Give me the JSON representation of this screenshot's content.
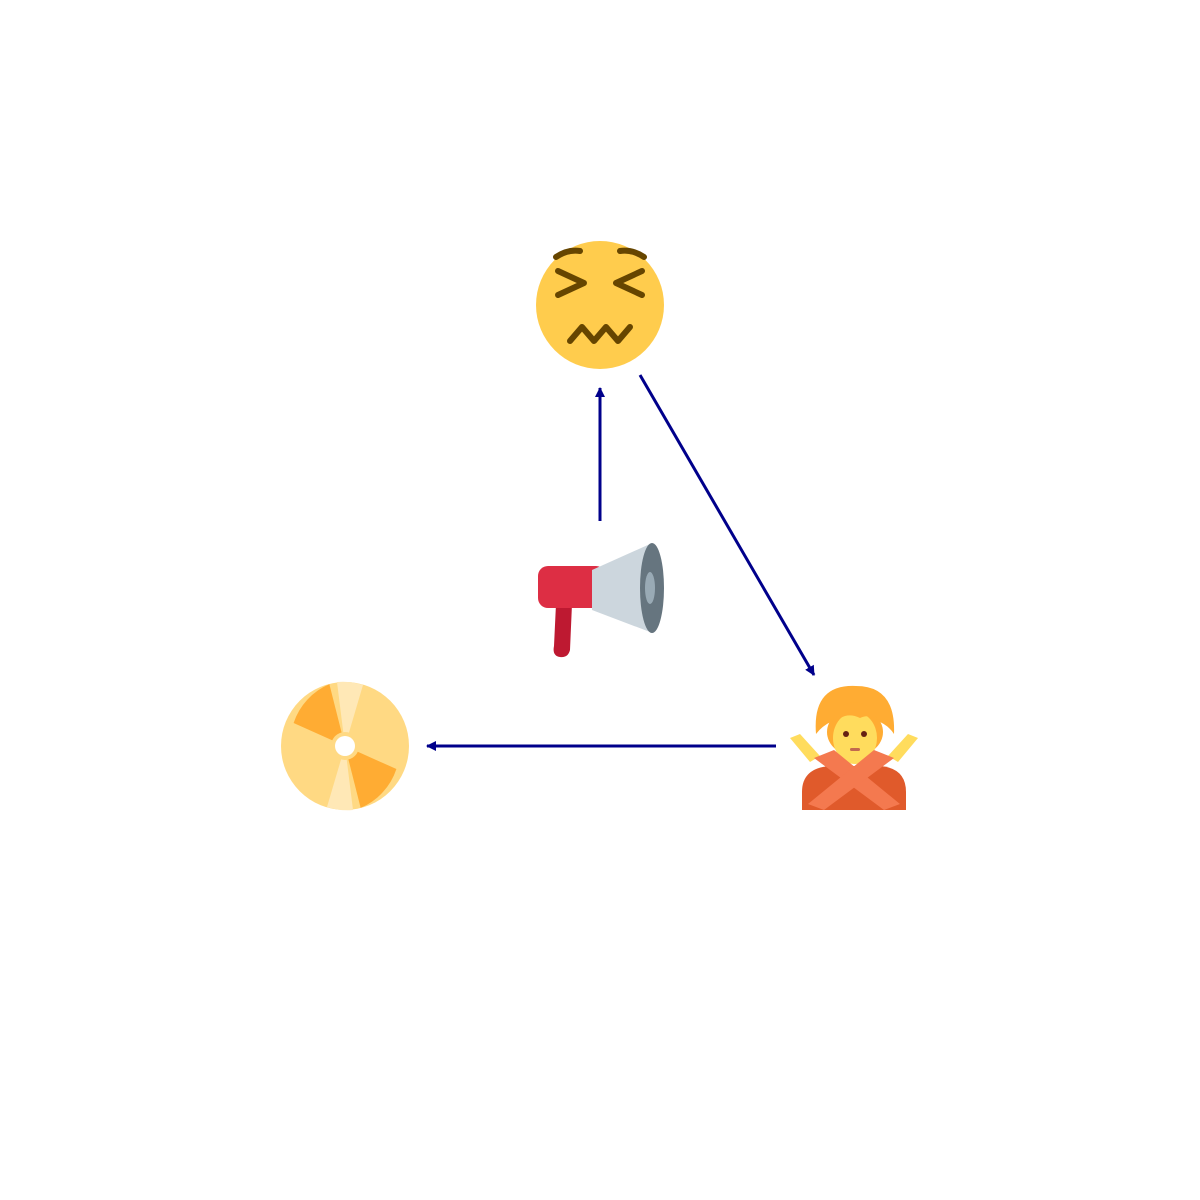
{
  "diagram": {
    "nodes": [
      {
        "id": "megaphone",
        "icon": "megaphone-icon"
      },
      {
        "id": "confounded-face",
        "icon": "confounded-face-icon"
      },
      {
        "id": "person-gesturing-no",
        "icon": "person-gesturing-no-icon"
      },
      {
        "id": "dvd",
        "icon": "dvd-disc-icon"
      }
    ],
    "edges": [
      {
        "from": "megaphone",
        "to": "confounded-face"
      },
      {
        "from": "confounded-face",
        "to": "person-gesturing-no"
      },
      {
        "from": "person-gesturing-no",
        "to": "dvd"
      }
    ],
    "colors": {
      "arrow": "#00008b",
      "face": "#FFCC4D",
      "face_features": "#664500",
      "megaphone_red": "#DD2E44",
      "megaphone_dark_red": "#BE1931",
      "megaphone_cone": "#CCD6DD",
      "megaphone_rim": "#66757F",
      "person_hair": "#FFAC33",
      "person_skin": "#FFDC5D",
      "person_shirt": "#F4794F",
      "person_shirt_dark": "#E05A2B",
      "disc_base": "#FFD983",
      "disc_light": "#FFE8B6",
      "disc_orange": "#FFAC33"
    }
  }
}
